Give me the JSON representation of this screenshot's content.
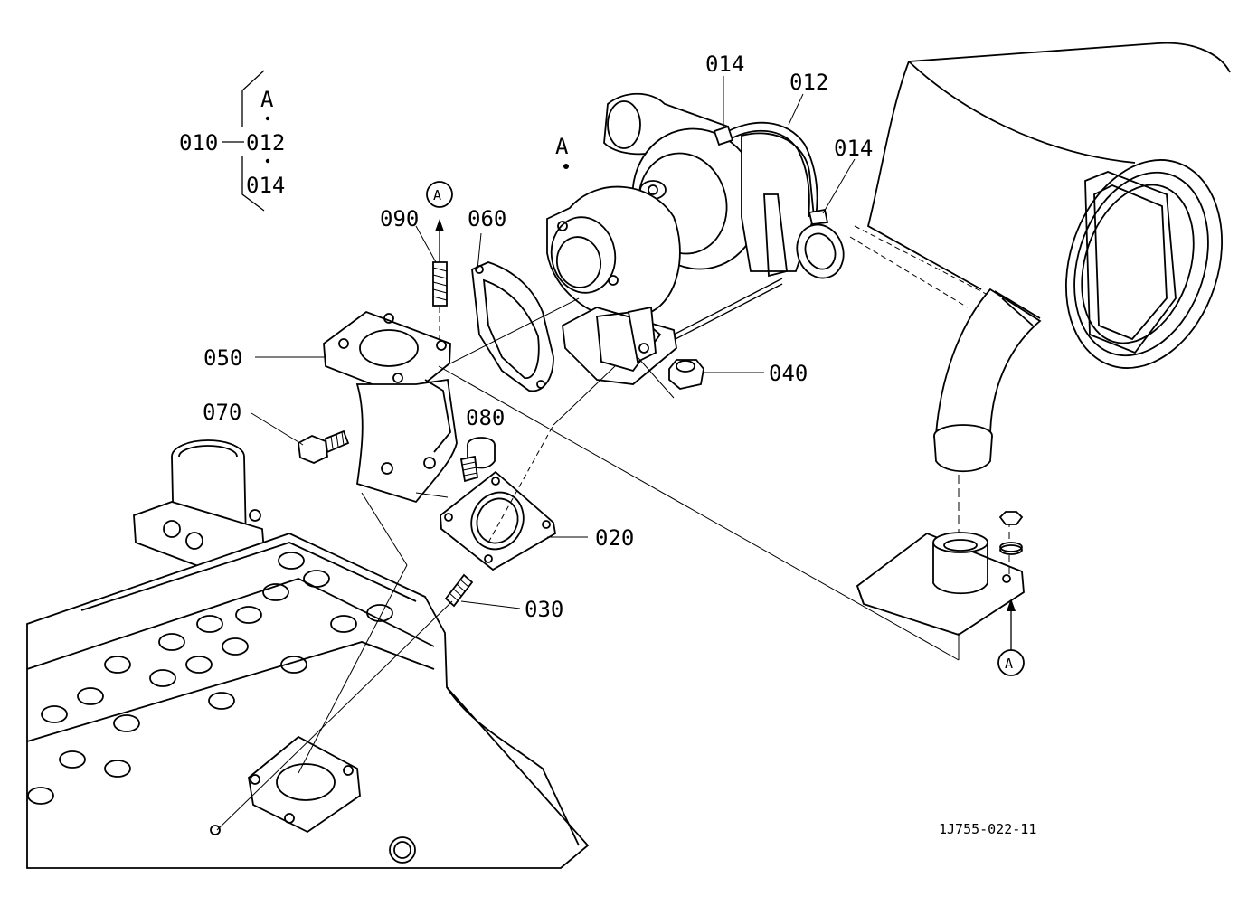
{
  "assembly": {
    "code": "010",
    "members": [
      "A",
      "012",
      "014"
    ]
  },
  "callouts": {
    "p012": "012",
    "p014_top": "014",
    "p014_right": "014",
    "pA_turbo": "A",
    "p090": "090",
    "p060": "060",
    "p050": "050",
    "p040": "040",
    "p070": "070",
    "p080": "080",
    "p020": "020",
    "p030": "030"
  },
  "reference_marks": {
    "top": "A",
    "bottom": "A"
  },
  "drawing_number": "1J755-022-11"
}
